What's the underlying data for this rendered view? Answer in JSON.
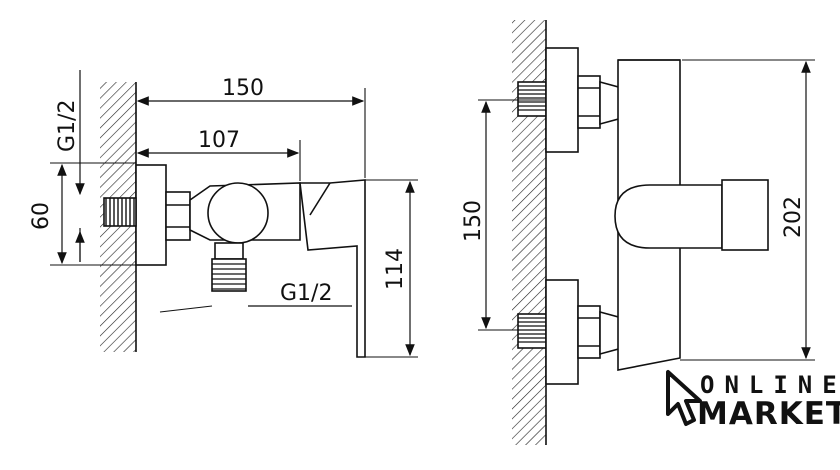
{
  "left_view": {
    "dimensions": {
      "overall_width": "150",
      "center_to_wall": "107",
      "inlet_spacing": "60",
      "inlet_thread": "G1/2",
      "outlet_thread": "G1/2",
      "lever_height": "114"
    }
  },
  "right_view": {
    "dimensions": {
      "inlet_centers": "150",
      "overall_height": "202"
    }
  },
  "logo": {
    "line1": "ONLINE",
    "line2": "MARKET"
  }
}
